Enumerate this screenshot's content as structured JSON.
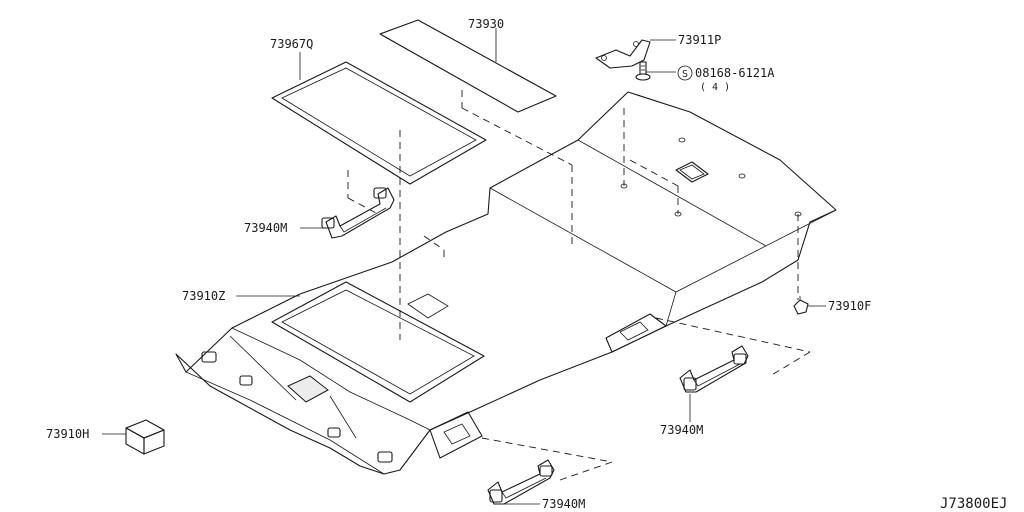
{
  "diagram": {
    "drawing_code": "J73800EJ",
    "labels": [
      {
        "id": "sunvisor-pad",
        "text": "73930"
      },
      {
        "id": "sunroof-weatherstrip",
        "text": "73967Q"
      },
      {
        "id": "bracket",
        "text": "73911P"
      },
      {
        "id": "bolt",
        "text": "08168-6121A"
      },
      {
        "id": "bolt-qty",
        "text": "( 4 )"
      },
      {
        "id": "assist-grip-upper",
        "text": "73940M"
      },
      {
        "id": "headlining",
        "text": "73910Z"
      },
      {
        "id": "clip-right",
        "text": "73910F"
      },
      {
        "id": "clip-block",
        "text": "73910H"
      },
      {
        "id": "assist-grip-right",
        "text": "73940M"
      },
      {
        "id": "assist-grip-bottom",
        "text": "73940M"
      }
    ],
    "screw_symbol": "S"
  }
}
